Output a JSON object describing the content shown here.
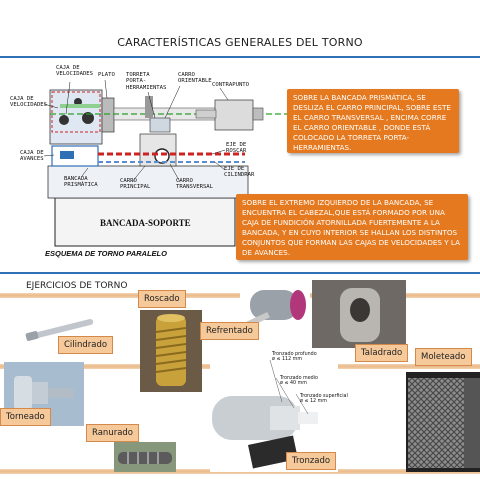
{
  "title": "CARACTERÍSTICAS GENERALES  DEL TORNO",
  "diagram": {
    "labels": {
      "caja_velocidades_top": "CAJA DE\nVELOCIDADES",
      "plato": "PLATO",
      "torreta": "TORRETA\nPORTA-\nHERRAMIENTAS",
      "carro_orientable": "CARRO\nORIENTABLE",
      "contrapunto": "CONTRAPUNTO",
      "caja_velocidades_left": "CAJA DE\nVELOCIDADES",
      "caja_avances": "CAJA DE\nAVANCES",
      "eje_roscar": "EJE DE\nROSCAR",
      "eje_cilindrar": "EJE DE\nCILINDRAR",
      "bancada_prismatica": "BANCADA\nPRISMÁTICA",
      "carro_principal": "CARRO\nPRINCIPAL",
      "carro_transversal": "CARRO\nTRANSVERSAL"
    },
    "base_label": "BANCADA-SOPORTE",
    "schema_caption": "ESQUEMA DE TORNO PARALELO"
  },
  "info_boxes": [
    "SOBRE LA BANCADA PRISMÁTICA, SE DESLIZA EL CARRO PRINCIPAL, SOBRE ESTE EL CARRO TRANSVERSAL , ENCIMA CORRE EL CARRO ORIENTABLE , DONDE ESTÁ COLOCADO LA TORRETA PORTA-HERRAMIENTAS.",
    "SOBRE EL EXTREMO IZQUIERDO DE LA BANCADA, SE ENCUENTRA EL CABEZAL,QUE ESTÁ FORMADO POR UNA CAJA DE FUNDICIÓN ATORNILLADA FUERTEMENTE A LA BANCADA, Y EN CUYO INTERIOR SE HALLAN LOS DISTINTOS CONJUNTOS QUE FORMAN LAS CAJAS DE VELOCIDADES Y LA DE AVANCES."
  ],
  "exercises": {
    "title": "EJERCICIOS DE TORNO",
    "tags": {
      "roscado": "Roscado",
      "refrentado": "Refrentado",
      "cilindrado": "Cilindrado",
      "taladrado": "Taladrado",
      "moleteado": "Moleteado",
      "torneado": "Torneado",
      "ranurado": "Ranurado",
      "tronzado": "Tronzado"
    },
    "tronzado_notes": {
      "profundo": "Tronzado profundo\nø ≤ 112 mm",
      "medio": "Tronzado medio\nø ≤ 40 mm",
      "superficial": "Tronzado superficial\nø ≤ 12 mm"
    }
  }
}
